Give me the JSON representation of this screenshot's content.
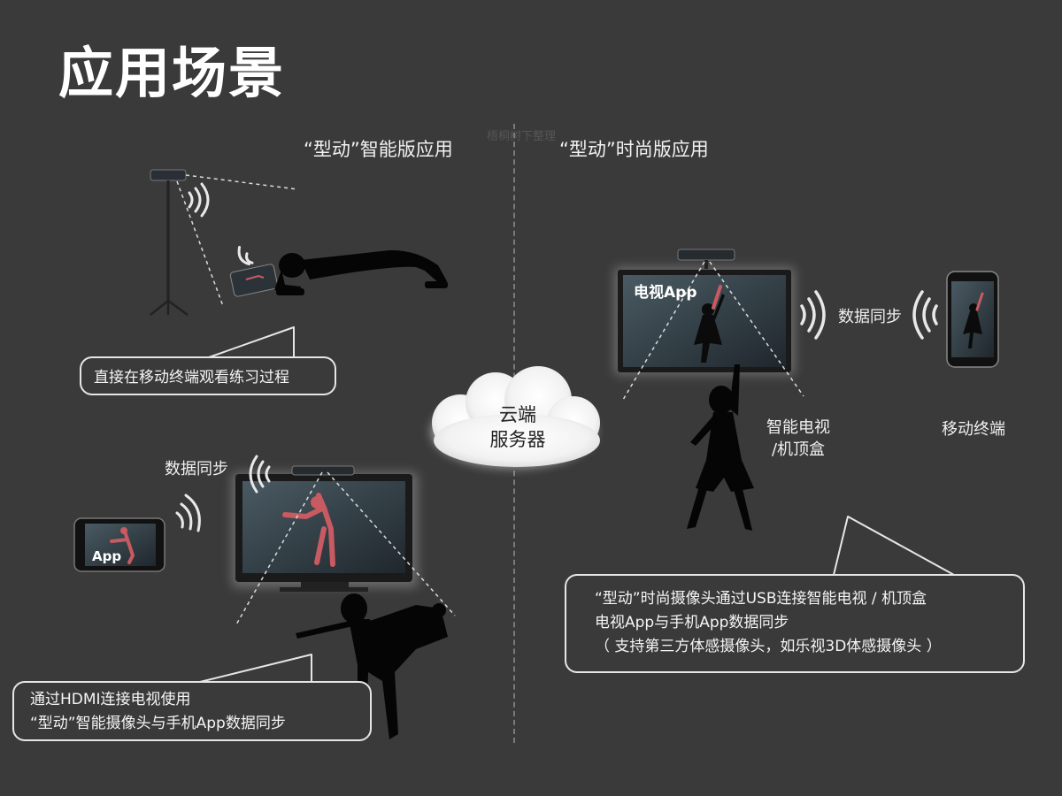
{
  "title": "应用场景",
  "watermark": "梧桐树下整理",
  "left_section": {
    "heading": "“型动”智能版应用",
    "callout_top": "直接在移动终端观看练习过程",
    "sync_label": "数据同步",
    "phone_app_label": "App",
    "callout_bottom": [
      "通过HDMI连接电视使用",
      "“型动”智能摄像头与手机App数据同步"
    ]
  },
  "cloud": {
    "lines": [
      "云端",
      "服务器"
    ]
  },
  "right_section": {
    "heading": "“型动”时尚版应用",
    "tv_app_label": "电视App",
    "sync_label": "数据同步",
    "tv_caption": [
      "智能电视",
      "/机顶盒"
    ],
    "mobile_caption": "移动终端",
    "callout": [
      "“型动”时尚摄像头通过USB连接智能电视 / 机顶盒",
      "电视App与手机App数据同步",
      "（ 支持第三方体感摄像头，如乐视3D体感摄像头 ）"
    ]
  },
  "colors": {
    "background": "#3a3a3b",
    "text": "#ffffff",
    "accent_pose": "#c85a62"
  }
}
